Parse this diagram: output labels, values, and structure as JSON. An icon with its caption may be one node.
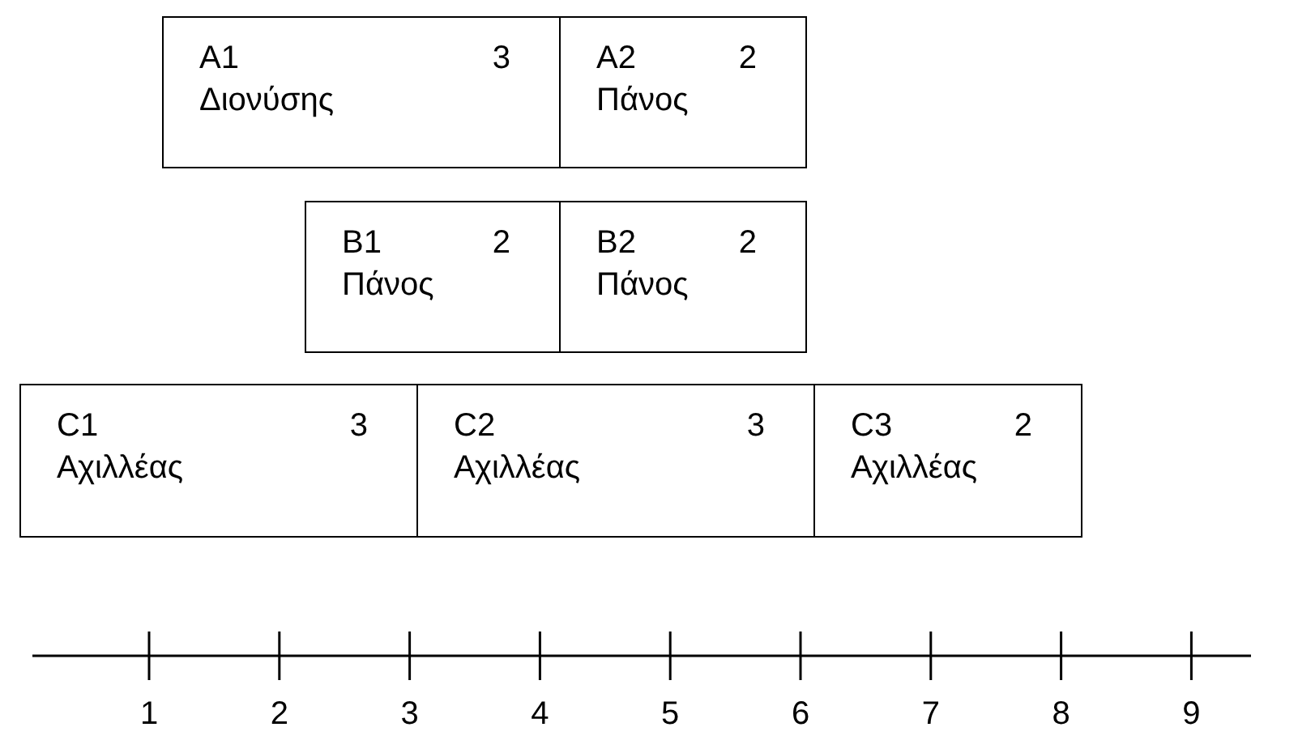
{
  "diagram": {
    "nodes": [
      {
        "text": [
          "A1",
          "3",
          "Διονύσης"
        ]
      },
      {
        "text": [
          "A2",
          "2",
          "Πάνος"
        ]
      },
      {
        "text": [
          "B1",
          "2",
          "Πάνος"
        ]
      },
      {
        "text": [
          "B2",
          "2",
          "Πάνος"
        ]
      },
      {
        "text": [
          "C1",
          "3",
          "Αχιλλέας"
        ]
      },
      {
        "text": [
          "C2",
          "3",
          "Αχιλλέας"
        ]
      },
      {
        "text": [
          "C3",
          "2",
          "Αχιλλέας"
        ]
      }
    ],
    "labels": [
      "1",
      "2",
      "3",
      "4",
      "5",
      "6",
      "7",
      "8",
      "9"
    ]
  }
}
